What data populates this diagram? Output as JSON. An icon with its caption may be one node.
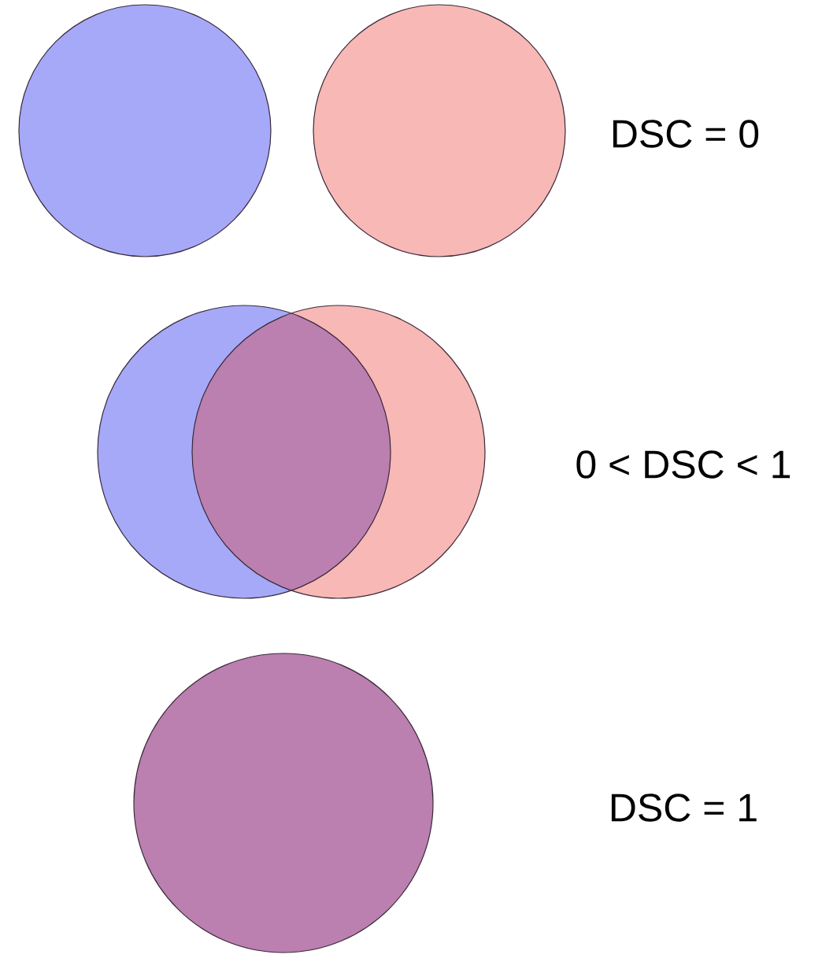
{
  "diagram": {
    "labels": [
      "DSC = 0",
      "0 < DSC < 1",
      "DSC = 1"
    ]
  }
}
